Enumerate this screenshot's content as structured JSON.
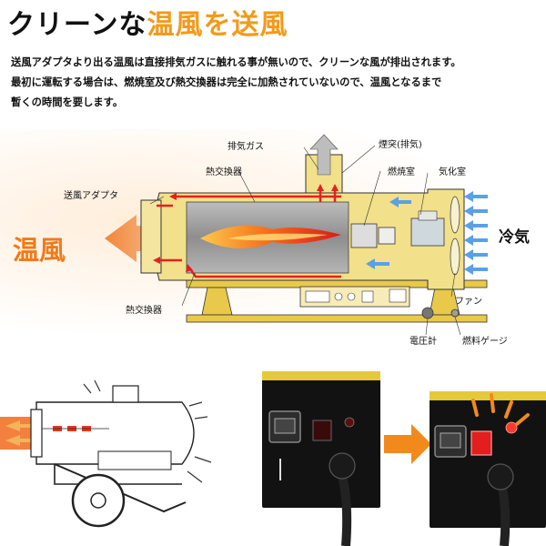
{
  "title": {
    "part1": "クリーンな",
    "part2": "温風を送風"
  },
  "body": {
    "line1": "送風アダプタより出る温風は直接排気ガスに触れる事が無いので、クリーンな風が排出されます。",
    "line2": "最初に運転する場合は、燃焼室及び熱交換器は完全に加熱されていないので、温風となるまで",
    "line3": "暫くの時間を要します。"
  },
  "diagram": {
    "exhaust_gas": "排気ガス",
    "chimney": "煙突(排気)",
    "heat_exchanger_top": "熱交換器",
    "combustion_chamber": "燃焼室",
    "vaporizer": "気化室",
    "air_adapter": "送風アダプタ",
    "warm_air": "温風",
    "cool_air": "冷気",
    "fan": "ファン",
    "heat_exchanger_bottom": "熱交換器",
    "voltmeter": "電圧計",
    "fuel_gauge": "燃料ゲージ"
  },
  "colors": {
    "accent": "#f39a1b",
    "body_yellow": "#f2e08a",
    "frame_yellow": "#e8c94a",
    "chamber_grey": "#9c9c9c",
    "flame": "#f0641e",
    "cool_blue": "#5aa0e6"
  }
}
